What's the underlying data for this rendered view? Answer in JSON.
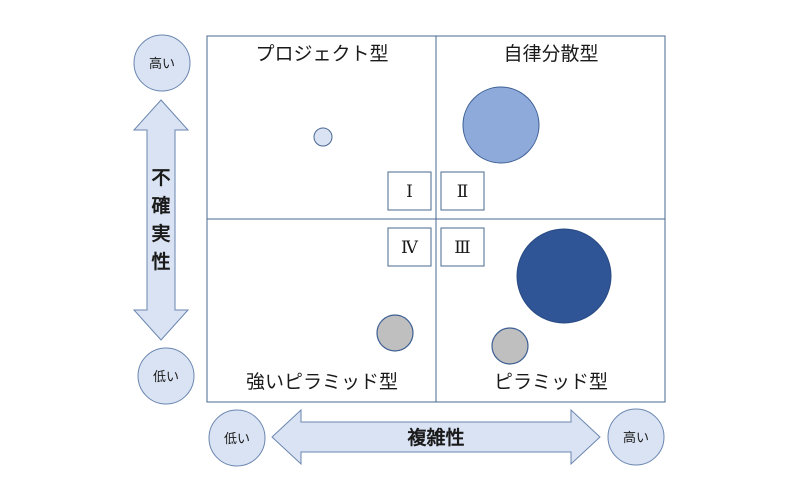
{
  "quadrants": {
    "top_left": {
      "label": "プロジェクト型",
      "numeral": "Ⅰ"
    },
    "top_right": {
      "label": "自律分散型",
      "numeral": "Ⅱ"
    },
    "bottom_right": {
      "label": "ピラミッド型",
      "numeral": "Ⅲ"
    },
    "bottom_left": {
      "label": "強いピラミッド型",
      "numeral": "Ⅳ"
    }
  },
  "vertical_axis": {
    "label_chars": [
      "不",
      "確",
      "実",
      "性"
    ],
    "high_label": "高い",
    "low_label": "低い"
  },
  "horizontal_axis": {
    "label": "複雑性",
    "high_label": "高い",
    "low_label": "低い"
  },
  "colors": {
    "border": "#4a6890",
    "arrow_fill": "#dae3f3",
    "arrow_stroke": "#6a86b0",
    "end_circle_fill": "#dae3f3",
    "bubble_small_blue": "#dae3f3",
    "bubble_mid_blue": "#8eaadb",
    "bubble_dark_blue": "#2f5597",
    "bubble_gray": "#bfbfbf"
  }
}
